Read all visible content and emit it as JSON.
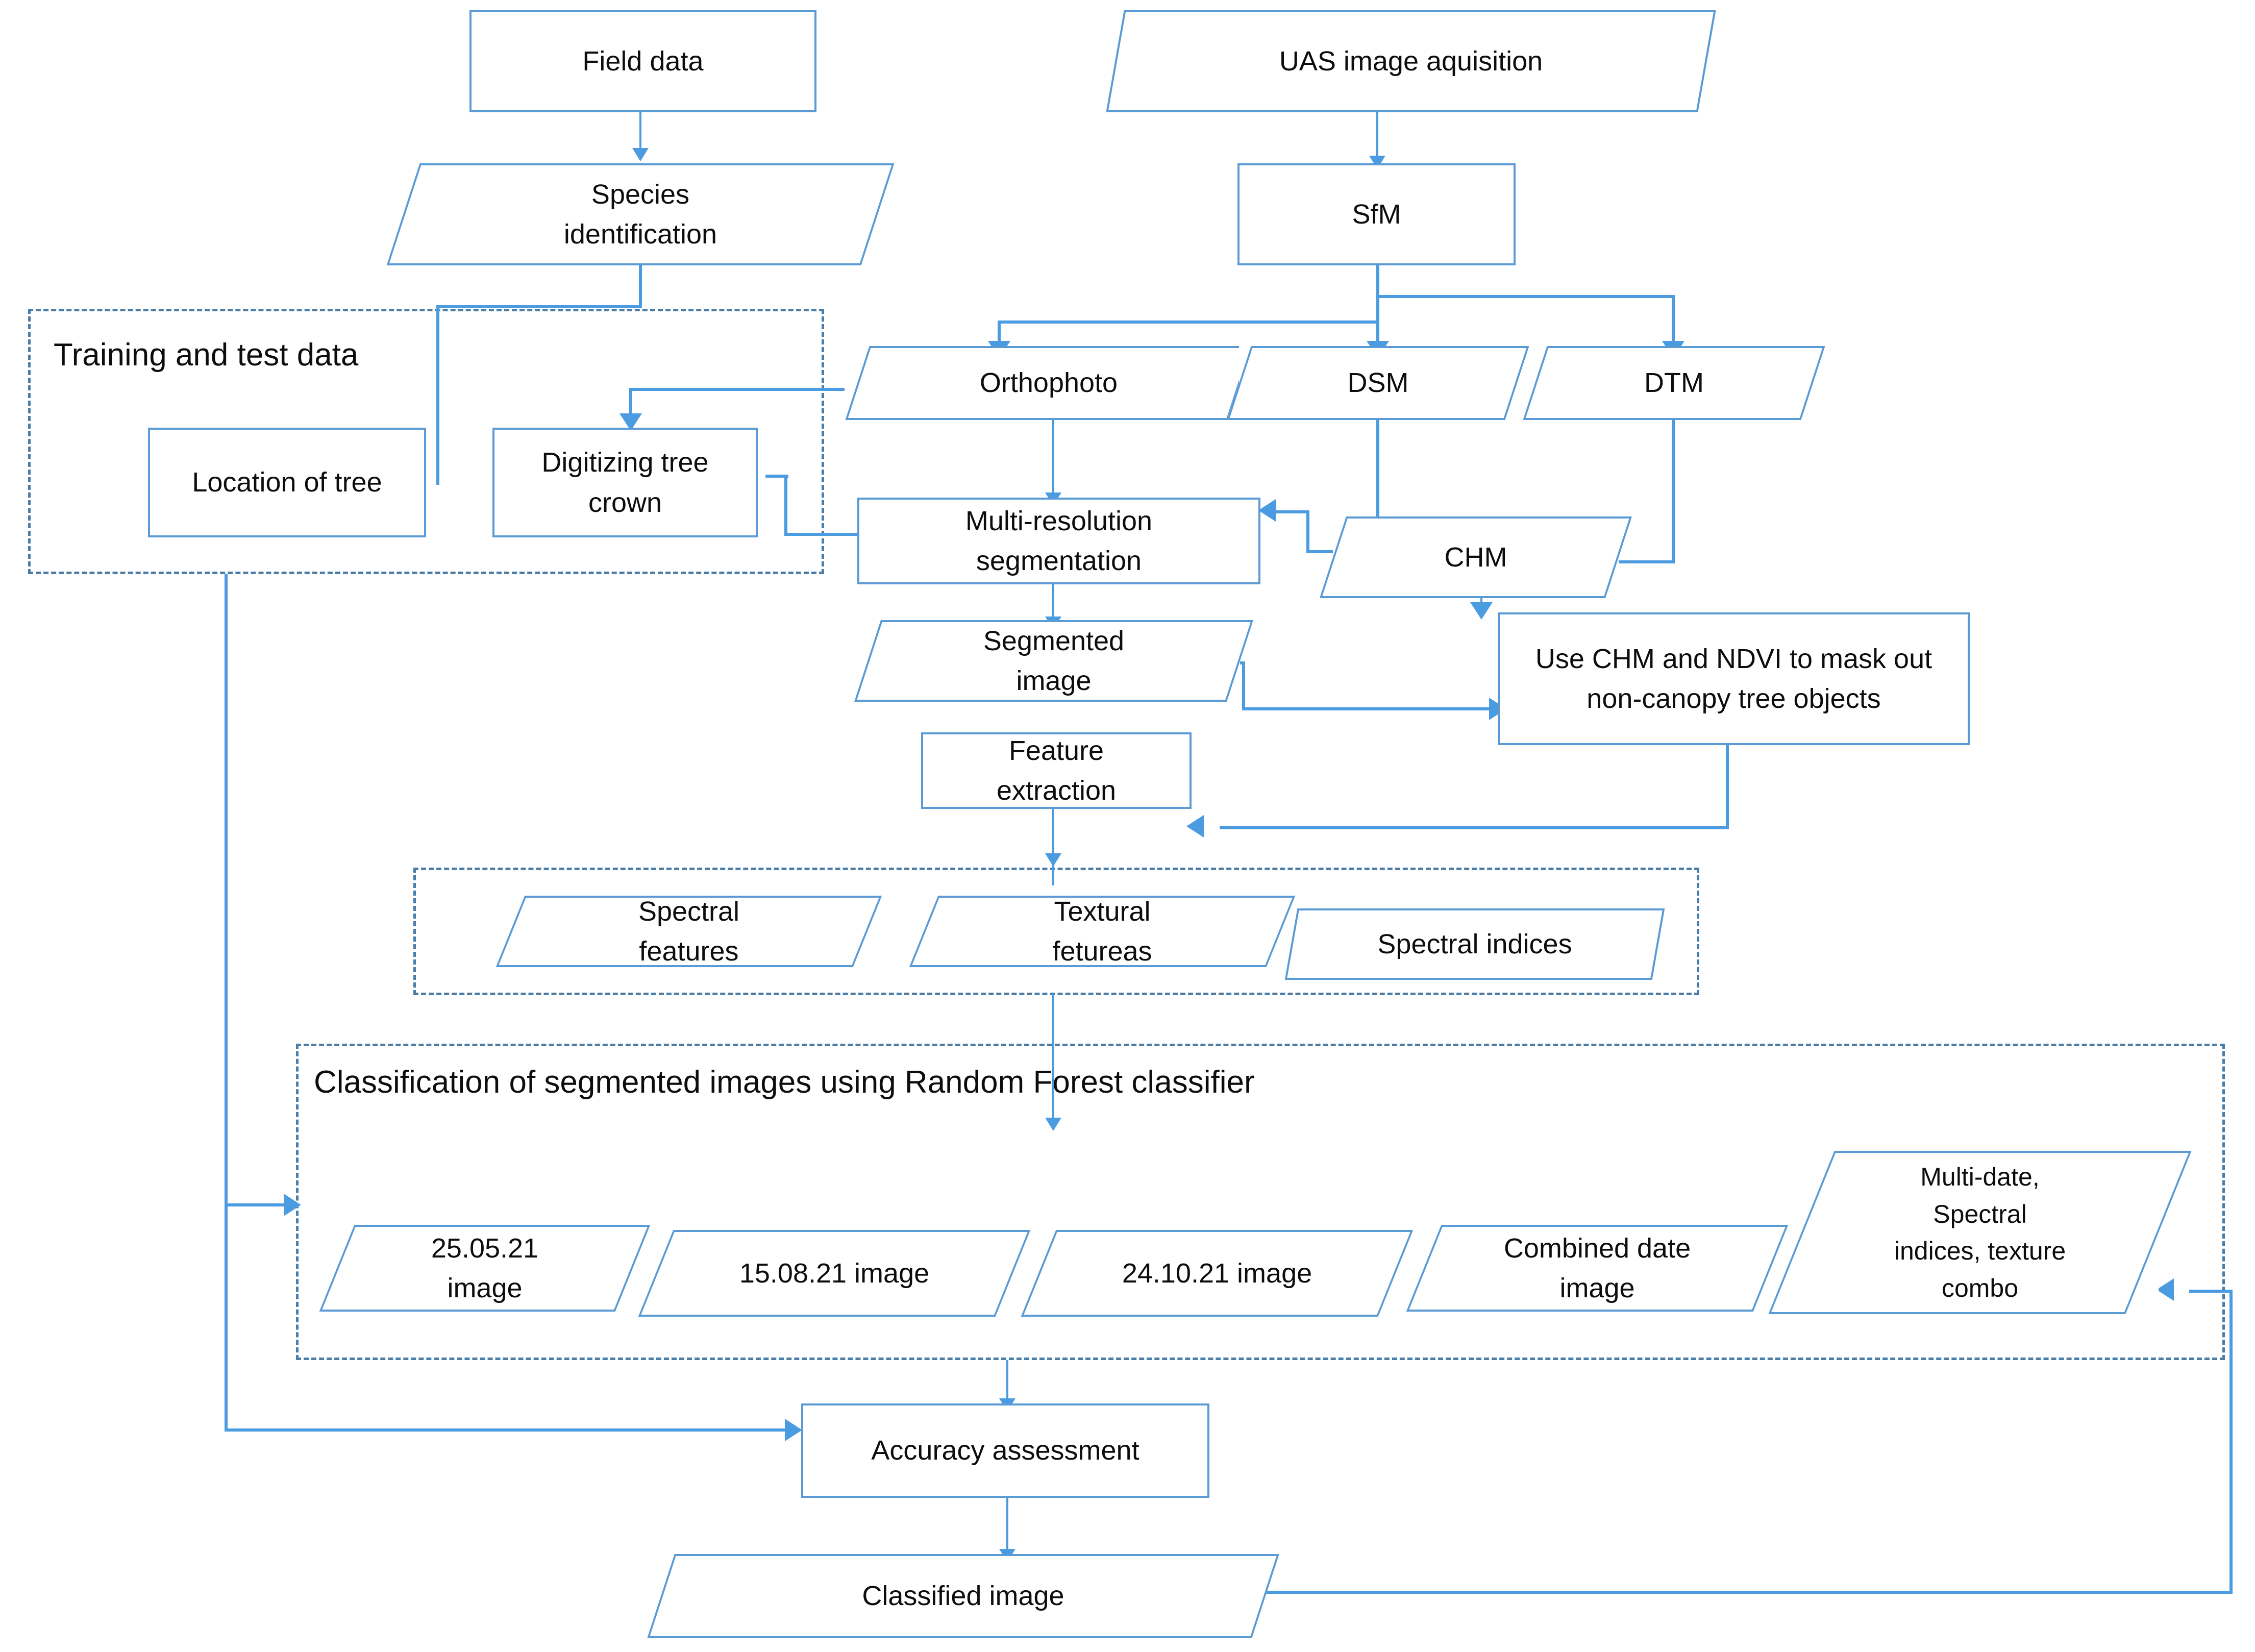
{
  "diagram": {
    "title": "UAS tree species classification workflow",
    "colors": {
      "shape_border": "#5B9BD5",
      "connector": "#4A9BE0",
      "group_border": "#4A7EA8",
      "text": "#0d0d0d",
      "background": "#ffffff"
    }
  },
  "nodes": {
    "field_data": "Field data",
    "species_identification": "Species\nidentification",
    "uas_image_acquisition": "UAS image aquisition",
    "sfm": "SfM",
    "orthophoto": "Orthophoto",
    "dsm": "DSM",
    "dtm": "DTM",
    "chm": "CHM",
    "location_of_tree": "Location of tree",
    "digitizing_tree_crown": "Digitizing tree\ncrown",
    "multi_resolution_segmentation": "Multi-resolution\nsegmentation",
    "segmented_image": "Segmented\nimage",
    "mask_out": "Use CHM and NDVI to mask out\nnon-canopy tree objects",
    "feature_extraction": "Feature\nextraction",
    "spectral_features": "Spectral\nfeatures",
    "textural_features": "Textural\nfetureas",
    "spectral_indices": "Spectral indices",
    "image_250521": "25.05.21\nimage",
    "image_150821": "15.08.21 image",
    "image_241021": "24.10.21 image",
    "combined_date_image": "Combined date\nimage",
    "multi_date_combo": "Multi-date,\nSpectral\nindices, texture\ncombo",
    "accuracy_assessment": "Accuracy assessment",
    "classified_image": "Classified image"
  },
  "groups": {
    "training_and_test_data": "Training  and test data",
    "features_group": "",
    "classification_group": "Classification of segmented images using Random Forest classifier"
  },
  "edges": [
    {
      "from": "field_data",
      "to": "species_identification"
    },
    {
      "from": "species_identification",
      "to": "location_of_tree"
    },
    {
      "from": "uas_image_acquisition",
      "to": "sfm"
    },
    {
      "from": "sfm",
      "to": "orthophoto"
    },
    {
      "from": "sfm",
      "to": "dsm"
    },
    {
      "from": "sfm",
      "to": "dtm"
    },
    {
      "from": "dsm",
      "to": "chm"
    },
    {
      "from": "dtm",
      "to": "chm"
    },
    {
      "from": "orthophoto",
      "to": "digitizing_tree_crown"
    },
    {
      "from": "orthophoto",
      "to": "multi_resolution_segmentation"
    },
    {
      "from": "chm",
      "to": "multi_resolution_segmentation"
    },
    {
      "from": "multi_resolution_segmentation",
      "to": "digitizing_tree_crown"
    },
    {
      "from": "multi_resolution_segmentation",
      "to": "segmented_image"
    },
    {
      "from": "segmented_image",
      "to": "mask_out"
    },
    {
      "from": "mask_out",
      "to": "feature_extraction"
    },
    {
      "from": "feature_extraction",
      "to": "features_group"
    },
    {
      "from": "features_group",
      "to": "classification_group"
    },
    {
      "from": "training_and_test_data",
      "to": "classification_group"
    },
    {
      "from": "training_and_test_data",
      "to": "accuracy_assessment"
    },
    {
      "from": "classification_group",
      "to": "accuracy_assessment"
    },
    {
      "from": "accuracy_assessment",
      "to": "classified_image"
    },
    {
      "from": "classified_image",
      "to": "classification_group"
    }
  ]
}
